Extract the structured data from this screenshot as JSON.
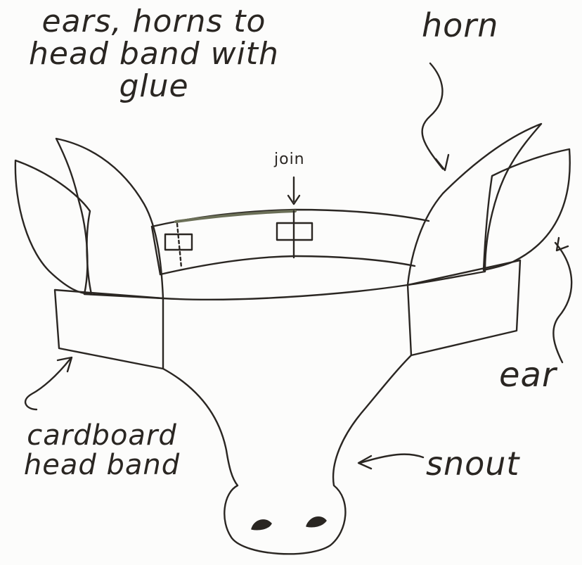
{
  "diagram": {
    "instruction_lines": [
      "ears, horns to",
      "head band with",
      "glue"
    ],
    "labels": {
      "horn": "horn",
      "join": "join",
      "ear": "ear",
      "cardboard_lines": [
        "cardboard",
        "head band"
      ],
      "snout": "snout"
    }
  },
  "colors": {
    "ink": "#2a2622",
    "paper": "#fcfcfb",
    "join_strip": "#6b6f57"
  }
}
